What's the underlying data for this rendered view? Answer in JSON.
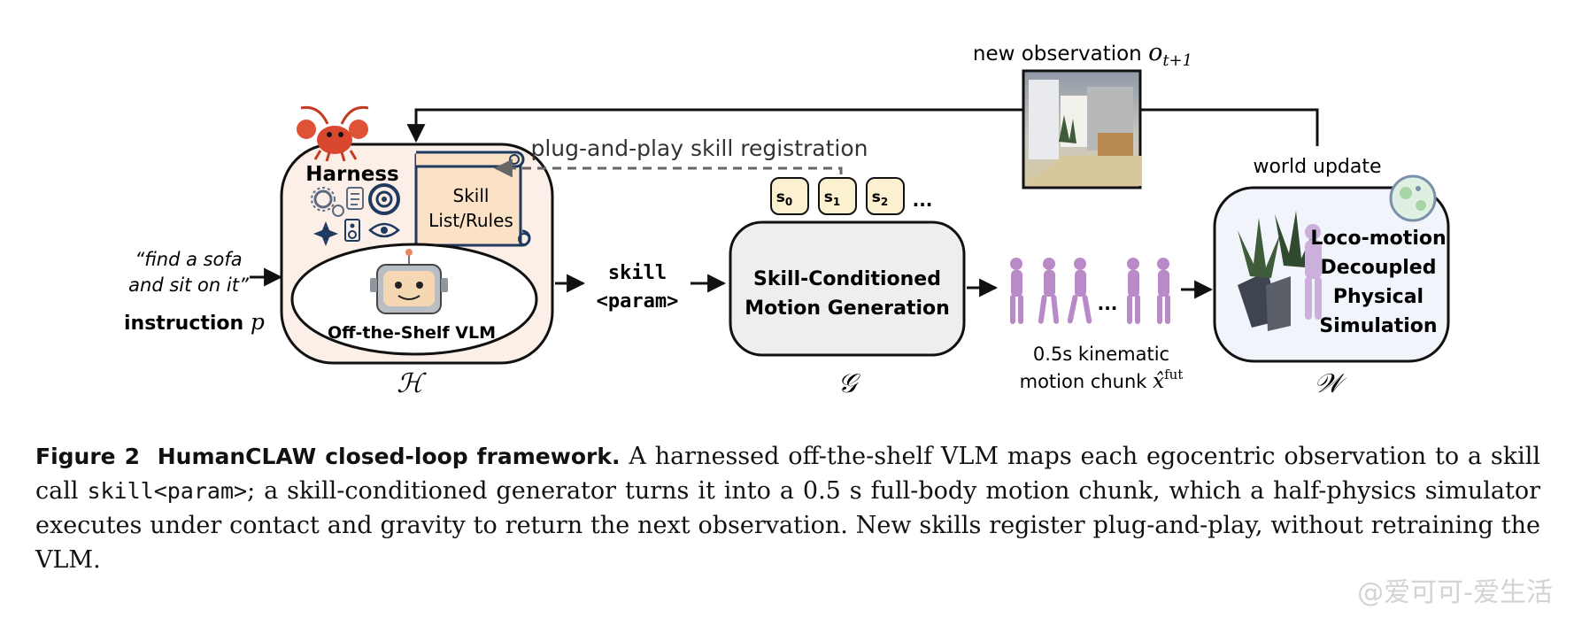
{
  "diagram": {
    "instruction_quote_line1": "“find a sofa",
    "instruction_quote_line2": "and sit on it”",
    "instruction_label": "instruction ",
    "instruction_symbol": "p",
    "harness_title": "Harness",
    "skill_list_line1": "Skill",
    "skill_list_line2": "List/Rules",
    "vlm_label": "Off-the-Shelf VLM",
    "harness_symbol": "ℋ",
    "registration_label": "plug-and-play skill registration",
    "skill_call_line1": "skill",
    "skill_call_line2": "<param>",
    "skill_tokens": [
      "s0",
      "s1",
      "s2"
    ],
    "skill_token_subs": [
      "0",
      "1",
      "2"
    ],
    "skill_tokens_more": "...",
    "generator_line1": "Skill-Conditioned",
    "generator_line2": "Motion Generation",
    "generator_symbol": "𝒢",
    "motion_chunk_line1": "0.5s kinematic",
    "motion_chunk_line2": "motion chunk ",
    "motion_chunk_symbol": "x̂",
    "motion_chunk_sup": "fut",
    "motion_dots": "...",
    "new_observation_label": "new observation ",
    "new_observation_symbol": "o",
    "new_observation_sub": "t+1",
    "world_update_label": "world update",
    "sim_line1": "Loco-motion",
    "sim_line2": "Decoupled",
    "sim_line3": "Physical",
    "sim_line4": "Simulation",
    "world_symbol": "𝒲"
  },
  "caption": {
    "figure_number": "Figure 2",
    "title": "HumanCLAW closed-loop framework.",
    "text_part1": " A harnessed off-the-shelf VLM maps each egocentric observation to a skill call ",
    "code": "skill<param>",
    "text_part2": "; a skill-conditioned generator turns it into a 0.5 s full-body motion chunk, which a half-physics simulator executes under contact and gravity to return the next observation. New skills register plug-and-play, without retraining the VLM."
  },
  "watermark": "@爱可可-爱生活",
  "colors": {
    "harness_fill": "#fcefe8",
    "scroll_fill": "#fbe2c7",
    "token_fill": "#fbf0cf",
    "generator_fill": "#eeeeee",
    "sim_fill": "#f2f4fb",
    "humanoid": "#b98ac7"
  }
}
